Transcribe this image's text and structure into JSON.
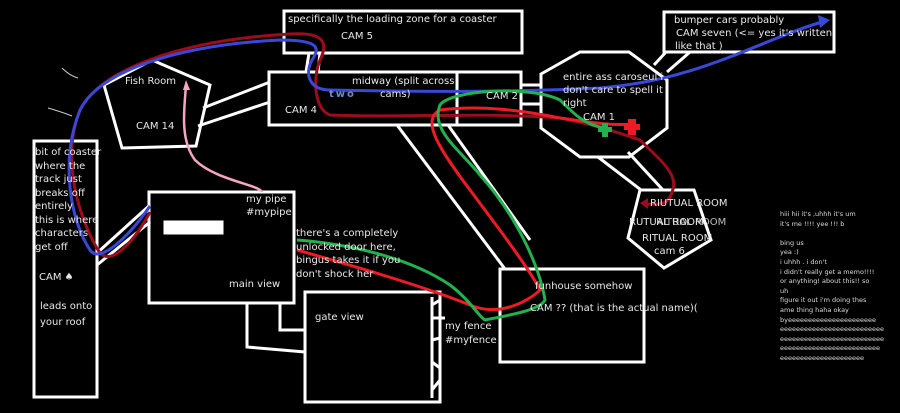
{
  "title": "park camera map",
  "colors": {
    "background": "#000000",
    "walls": "#ffffff",
    "path_blue": "#3a48d8",
    "path_darkred": "#9b0c1c",
    "path_red": "#ec1c24",
    "path_green": "#22b14c",
    "path_pink": "#f6a6c4",
    "text": "#e8e8e8"
  },
  "rooms": {
    "cam5": {
      "desc": "specifically the loading zone for a coaster",
      "cam": "CAM 5"
    },
    "cam7": {
      "desc": "bumper cars probably",
      "cam": "CAM seven (<= yes it's written",
      "cam_line2": "like that )"
    },
    "cam4": {
      "cam": "CAM 4",
      "desc": "midway (split across",
      "desc_overlay": "two",
      "desc_line2": "cams)"
    },
    "cam2": {
      "cam": "CAM 2"
    },
    "cam1": {
      "desc_line1": "entire ass caroseul i",
      "desc_line2": "don't care to spell it",
      "desc_line3": "right",
      "cam": "CAM 1"
    },
    "cam14": {
      "name": "Fish Room",
      "cam": "CAM 14"
    },
    "roof": {
      "desc": [
        "bit of coaster",
        "where the",
        "track just",
        "breaks off",
        "entirely",
        "this is where",
        "characters",
        "get off"
      ],
      "cam": "CAM ♠",
      "note_line1": "leads onto",
      "note_line2": "your roof"
    },
    "main": {
      "note_line1": "my pipe",
      "note_line2": "#mypipe",
      "label": "main view"
    },
    "door_note": [
      "there's a completely",
      "unlocked door here,",
      "bingus takes it if you",
      "don't shock her"
    ],
    "gate": {
      "label": "gate view",
      "fence_line1": "my fence",
      "fence_line2": "#myfence"
    },
    "funhouse": {
      "desc": "funhouse somehow",
      "cam": "CAM ?? (that is the actual name)("
    },
    "cam6": {
      "line1": "RIUTUAL ROOM",
      "line2": "RUTUAL ROOM",
      "line2_overlay": "RITUAL ROOM",
      "line3": "RITUAL ROOM",
      "cam": "cam 6"
    }
  },
  "memo": [
    "hiii hii it's ,uhhh it's um",
    "it's me !!!! yee !!! b",
    "",
    "bing us",
    "yea :)",
    "i uhhh . i don't",
    "i didn't really get a memo!!!!",
    "or anything! about this!! so",
    "uh",
    "figure it out i'm doing thes",
    "ame thing haha okay",
    "byeeeeeeeeeeeeeeeeeeeeee",
    "eeeeeeeeeeeeeeeeeeeeeeeeee",
    "eeeeeeeeeeeeeeeeeeeeeeeeee",
    "eeeeeeeeeeeeeeeeeeeeeeeee",
    "eeeeeeeeeeeeeeeeeeeee"
  ]
}
